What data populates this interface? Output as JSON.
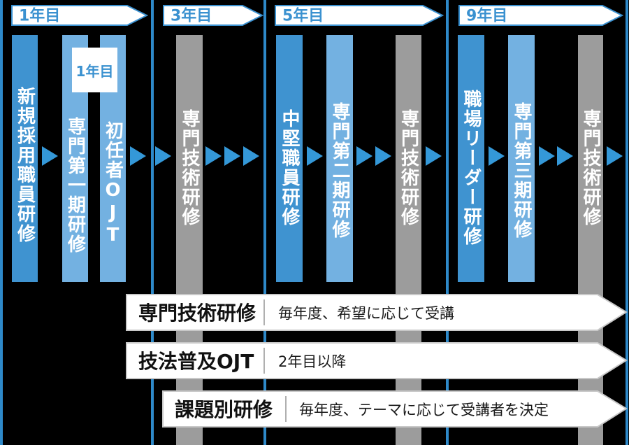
{
  "year_banners": [
    {
      "label": "1年目"
    },
    {
      "label": "3年目"
    },
    {
      "label": "5年目"
    },
    {
      "label": "9年目"
    }
  ],
  "first_year_tag": "1年目",
  "bars": [
    {
      "label": "新規採用職員研修"
    },
    {
      "label": "専門第一期研修"
    },
    {
      "label": "初任者OJT"
    },
    {
      "label": "専門技術研修"
    },
    {
      "label": "中堅職員研修"
    },
    {
      "label": "専門第二期研修"
    },
    {
      "label": "専門技術研修"
    },
    {
      "label": "職場リーダー研修"
    },
    {
      "label": "専門第三期研修"
    },
    {
      "label": "専門技術研修"
    }
  ],
  "bottom_banners": [
    {
      "title": "専門技術研修",
      "description": "毎年度、希望に応じて受講"
    },
    {
      "title": "技法普及OJT",
      "description": "2年目以降"
    },
    {
      "title": "課題別研修",
      "description": "毎年度、テーマに応じて受講者を決定"
    }
  ],
  "colors": {
    "background": "#000000",
    "primary_blue": "#3f93d0",
    "light_blue": "#73b1e1",
    "gray": "#9c9c9c",
    "arrow_blue": "#3498d8",
    "line_blue": "#2e89c9",
    "banner_border_blue": "#3a91d0",
    "bottom_banner_border": "#c8c8c8"
  }
}
